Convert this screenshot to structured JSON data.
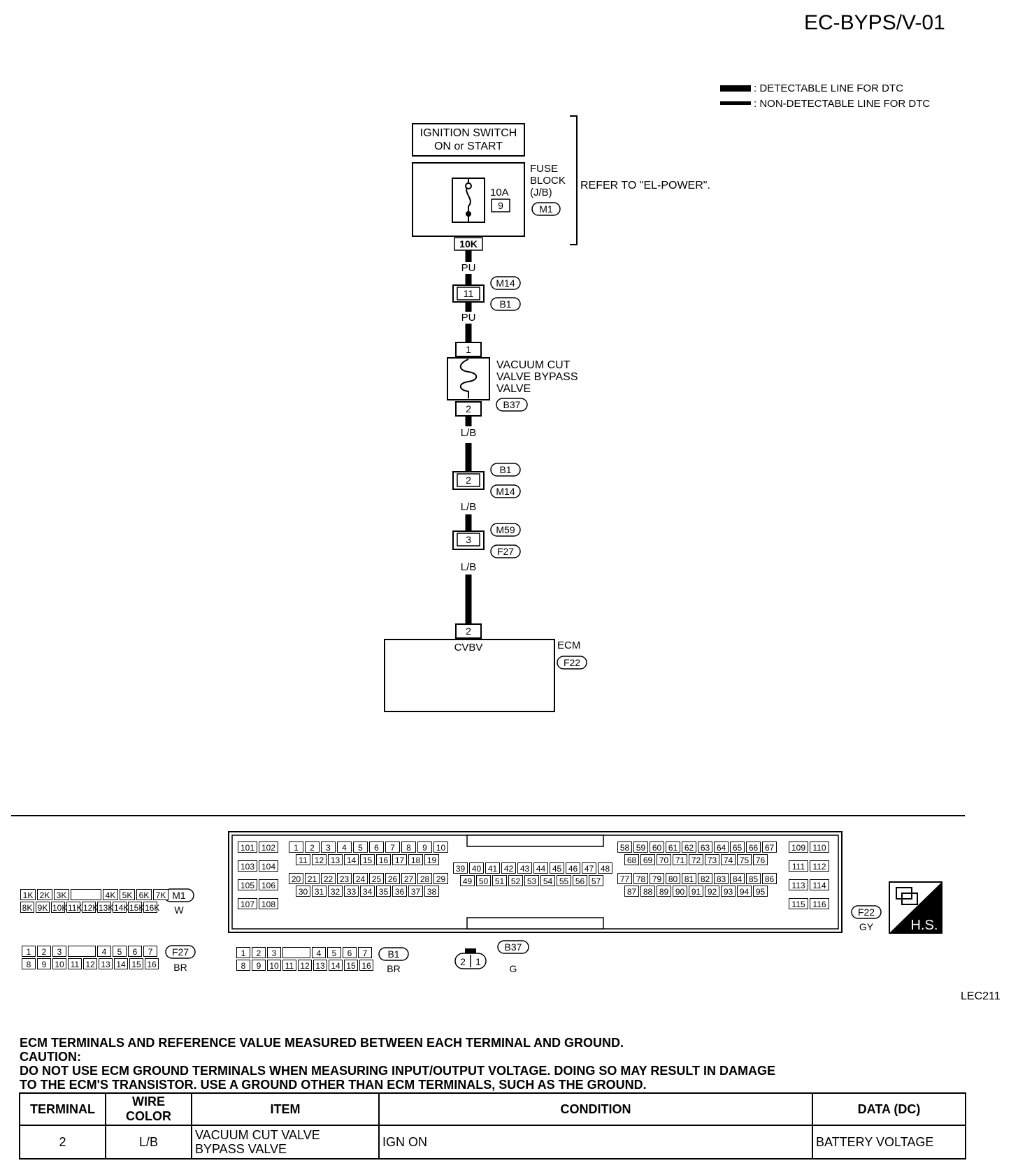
{
  "page_code": "EC-BYPS/V-01",
  "legend": {
    "detectable": ": DETECTABLE LINE FOR DTC",
    "non_detectable": ": NON-DETECTABLE LINE FOR DTC"
  },
  "ignition": {
    "line1": "IGNITION SWITCH",
    "line2": "ON or START"
  },
  "fuse_block": {
    "amp": "10A",
    "fuse_no": "9",
    "l1": "FUSE",
    "l2": "BLOCK",
    "l3": "(J/B)",
    "conn": "M1",
    "terminal": "10K"
  },
  "refer_text": "REFER TO \"EL-POWER\".",
  "wire_pu": "PU",
  "wire_lb": "L/B",
  "joint1": {
    "pin": "11",
    "c1": "M14",
    "c2": "B1"
  },
  "valve": {
    "pin_top": "1",
    "pin_bottom": "2",
    "l1": "VACUUM CUT",
    "l2": "VALVE BYPASS",
    "l3": "VALVE",
    "conn": "B37"
  },
  "joint2": {
    "pin": "2",
    "c1": "B1",
    "c2": "M14"
  },
  "joint3": {
    "pin": "3",
    "c1": "M59",
    "c2": "F27"
  },
  "ecm": {
    "pin": "2",
    "signal": "CVBV",
    "label": "ECM",
    "conn": "F22"
  },
  "connectors": {
    "m1": {
      "code": "M1",
      "color": "W",
      "row1": [
        "1K",
        "2K",
        "3K",
        "",
        "4K",
        "5K",
        "6K",
        "7K"
      ],
      "row2": [
        "8K",
        "9K",
        "10K",
        "11K",
        "12K",
        "13K",
        "14K",
        "15K",
        "16K"
      ]
    },
    "f27": {
      "code": "F27",
      "color": "BR",
      "row1": [
        "1",
        "2",
        "3",
        "",
        "4",
        "5",
        "6",
        "7"
      ],
      "row2": [
        "8",
        "9",
        "10",
        "11",
        "12",
        "13",
        "14",
        "15",
        "16"
      ]
    },
    "b1": {
      "code": "B1",
      "color": "BR",
      "row1": [
        "1",
        "2",
        "3",
        "",
        "4",
        "5",
        "6",
        "7"
      ],
      "row2": [
        "8",
        "9",
        "10",
        "11",
        "12",
        "13",
        "14",
        "15",
        "16"
      ]
    },
    "b37": {
      "code": "B37",
      "color": "G",
      "pins": [
        "2",
        "1"
      ]
    },
    "f22": {
      "code": "F22",
      "color": "GY",
      "g1": [
        [
          "101",
          "102"
        ],
        [
          "103",
          "104"
        ],
        [
          "105",
          "106"
        ],
        [
          "107",
          "108"
        ]
      ],
      "g2a": [
        "1",
        "2",
        "3",
        "4",
        "5",
        "6",
        "7",
        "8",
        "9",
        "10"
      ],
      "g2b": [
        "11",
        "12",
        "13",
        "14",
        "15",
        "16",
        "17",
        "18",
        "19"
      ],
      "g2c": [
        "20",
        "21",
        "22",
        "23",
        "24",
        "25",
        "26",
        "27",
        "28",
        "29"
      ],
      "g2d": [
        "30",
        "31",
        "32",
        "33",
        "34",
        "35",
        "36",
        "37",
        "38"
      ],
      "g3a": [
        "39",
        "40",
        "41",
        "42",
        "43",
        "44",
        "45",
        "46",
        "47",
        "48"
      ],
      "g3b": [
        "49",
        "50",
        "51",
        "52",
        "53",
        "54",
        "55",
        "56",
        "57"
      ],
      "g4a": [
        "58",
        "59",
        "60",
        "61",
        "62",
        "63",
        "64",
        "65",
        "66",
        "67"
      ],
      "g4b": [
        "68",
        "69",
        "70",
        "71",
        "72",
        "73",
        "74",
        "75",
        "76"
      ],
      "g4c": [
        "77",
        "78",
        "79",
        "80",
        "81",
        "82",
        "83",
        "84",
        "85",
        "86"
      ],
      "g4d": [
        "87",
        "88",
        "89",
        "90",
        "91",
        "92",
        "93",
        "94",
        "95"
      ],
      "g5": [
        [
          "109",
          "110"
        ],
        [
          "111",
          "112"
        ],
        [
          "113",
          "114"
        ],
        [
          "115",
          "116"
        ]
      ]
    }
  },
  "hs_badge": "H.S.",
  "figure_code": "LEC211",
  "caution": {
    "line1": "ECM TERMINALS AND REFERENCE VALUE MEASURED BETWEEN EACH TERMINAL AND GROUND.",
    "line2": "CAUTION:",
    "line3": "DO NOT USE ECM GROUND TERMINALS WHEN MEASURING INPUT/OUTPUT VOLTAGE. DOING SO MAY RESULT IN DAMAGE",
    "line4": "TO THE ECM'S TRANSISTOR. USE A GROUND OTHER THAN ECM TERMINALS, SUCH AS THE GROUND."
  },
  "table": {
    "headers": [
      "TERMINAL",
      "WIRE COLOR",
      "ITEM",
      "CONDITION",
      "DATA (DC)"
    ],
    "rows": [
      {
        "terminal": "2",
        "wire": "L/B",
        "item1": "VACUUM CUT VALVE",
        "item2": "BYPASS VALVE",
        "condition": "IGN ON",
        "data": "BATTERY VOLTAGE"
      }
    ]
  }
}
